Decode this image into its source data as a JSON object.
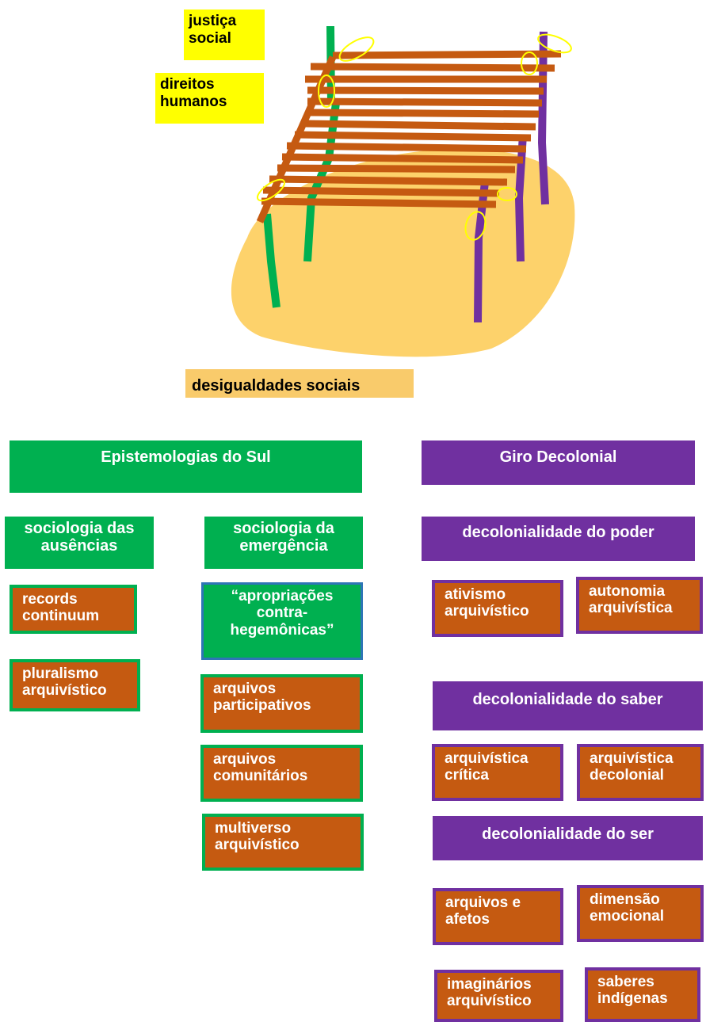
{
  "bench": {
    "labels": {
      "justica": "justiça\nsocial",
      "direitos": "direitos\nhumanos",
      "desigualdades": "desigualdades sociais"
    },
    "colors": {
      "slat": "#c55a11",
      "green_leg": "#00b050",
      "purple_leg": "#7030a0",
      "ground": "#fdd26b",
      "binding": "#ffff00"
    }
  },
  "epistemologias": {
    "title": "Epistemologias do Sul",
    "ausencias": {
      "title": "sociologia das\nausências",
      "items": [
        "records\ncontinuum",
        "pluralismo\narquivístico"
      ]
    },
    "emergencia": {
      "title": "sociologia da\nemergência",
      "highlight": "“apropriações\ncontra-\nhegemônicas”",
      "items": [
        "arquivos\nparticipativos",
        "arquivos\ncomunitários",
        "multiverso\narquivístico"
      ]
    }
  },
  "giro": {
    "title": "Giro Decolonial",
    "poder": {
      "title": "decolonialidade do poder",
      "items": [
        "ativismo\narquivístico",
        "autonomia\narquivística"
      ]
    },
    "saber": {
      "title": "decolonialidade do saber",
      "items": [
        "arquivística\ncrítica",
        "arquivística\ndecolonial"
      ]
    },
    "ser": {
      "title": "decolonialidade do ser",
      "items": [
        "arquivos e\nafetos",
        "dimensão\nemocional",
        "imaginários\narquivístico",
        "saberes\nindígenas"
      ]
    }
  }
}
